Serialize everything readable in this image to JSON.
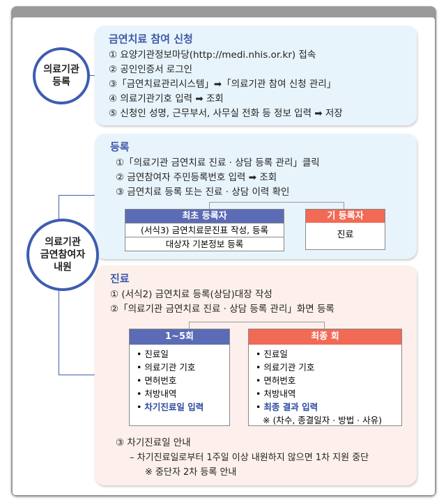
{
  "registration_circle": {
    "line1": "의료기관",
    "line2": "등록"
  },
  "participant_circle": {
    "line1": "의료기관",
    "line2": "금연참여자",
    "line3": "내원"
  },
  "apply": {
    "title": "금연치료 참여 신청",
    "steps": [
      "① 요양기관정보마당(http://medi.nhis.or.kr) 접속",
      "② 공인인증서 로그인",
      "③「금연치료관리시스템」➡「의료기관 참여 신청 관리」",
      "④ 의료기관기호 입력 ➡ 조회",
      "⑤ 신청인 성명, 근무부서, 사무실 전화 등 정보 입력 ➡ 저장"
    ]
  },
  "register": {
    "title": "등록",
    "steps": [
      "①「의료기관 금연치료 진료 · 상담 등록 관리」클릭",
      "② 금연참여자 주민등록번호 입력 ➡ 조회",
      "③ 금연치료 등록 또는 진료 · 상담 이력 확인"
    ],
    "first": {
      "header": "최초 등록자",
      "rows": [
        "(서식3) 금연치료문진표 작성, 등록",
        "대상자 기본정보 등록"
      ]
    },
    "existing": {
      "header": "기 등록자",
      "rows": [
        "진료"
      ]
    }
  },
  "treatment": {
    "title": "진료",
    "steps": [
      "① (서식2) 금연치료 등록(상담)대장 작성",
      "②「의료기관 금연치료 진료 · 상담 등록 관리」화면 등록"
    ],
    "rounds": {
      "header": "1~5회",
      "items": [
        "진료일",
        "의료기관 기호",
        "면허번호",
        "처방내역"
      ],
      "bold": "차기진료일 입력"
    },
    "final": {
      "header": "최종 회",
      "items": [
        "진료일",
        "의료기관 기호",
        "면허번호",
        "처방내역"
      ],
      "bold": "최종 결과 입력",
      "note": "※ (차수, 종결일자 · 방법 · 사유)"
    },
    "step3": "③ 차기진료일 안내",
    "sub1": "– 차기진료일로부터 1주일 이상 내원하지 않으면 1차 지원 중단",
    "sub2": "※ 중단자 2차 등록 안내"
  },
  "colors": {
    "blue": "#5b6bb5",
    "red": "#f06a55"
  }
}
